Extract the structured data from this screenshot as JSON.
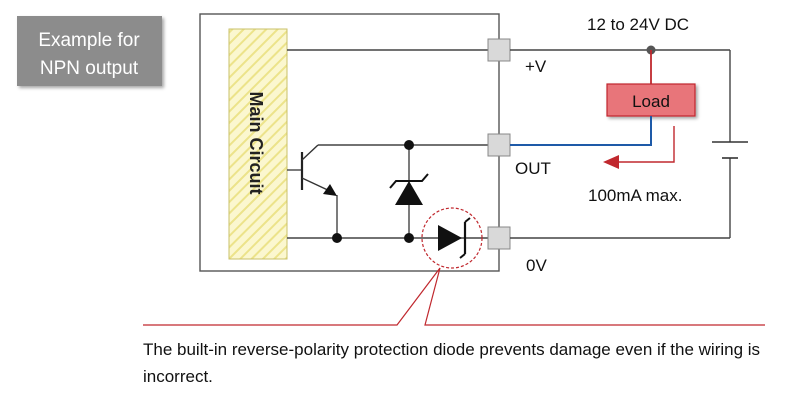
{
  "badge": {
    "line1": "Example for",
    "line2": "NPN output"
  },
  "main_circuit_label": "Main Circuit",
  "supply_label": "12 to 24V DC",
  "load_label": "Load",
  "terminals": {
    "plus": "+V",
    "out": "OUT",
    "zero": "0V"
  },
  "current_label": "100mA max.",
  "caption": "The built-in reverse-polarity protection diode prevents damage even if the wiring is incorrect.",
  "colors": {
    "accent_red": "#c0282e",
    "load_fill": "#e8747a",
    "current_blue": "#1e5aa8",
    "hatch_yellow": "#f2ea9a",
    "badge_bg": "#8c8c8c"
  }
}
